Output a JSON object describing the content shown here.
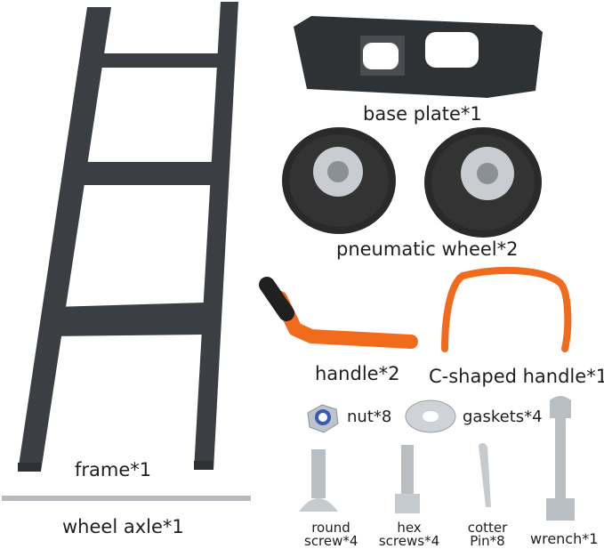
{
  "labels": {
    "base_plate": "base plate*1",
    "pneumatic_wheel": "pneumatic wheel*2",
    "handle": "handle*2",
    "c_handle": "C-shaped handle*1",
    "nut": "nut*8",
    "gaskets": "gaskets*4",
    "frame": "frame*1",
    "wheel_axle": "wheel axle*1",
    "round_screw_1": "round",
    "round_screw_2": "screw*4",
    "hex_screws_1": "hex",
    "hex_screws_2": "screws*4",
    "cotter_1": "cotter",
    "cotter_2": "Pin*8",
    "wrench": "wrench*1"
  },
  "colors": {
    "frame": "#3a3d40",
    "tire": "#2b2b2b",
    "orange": "#f26b1d",
    "metal": "#c9cdd2"
  }
}
